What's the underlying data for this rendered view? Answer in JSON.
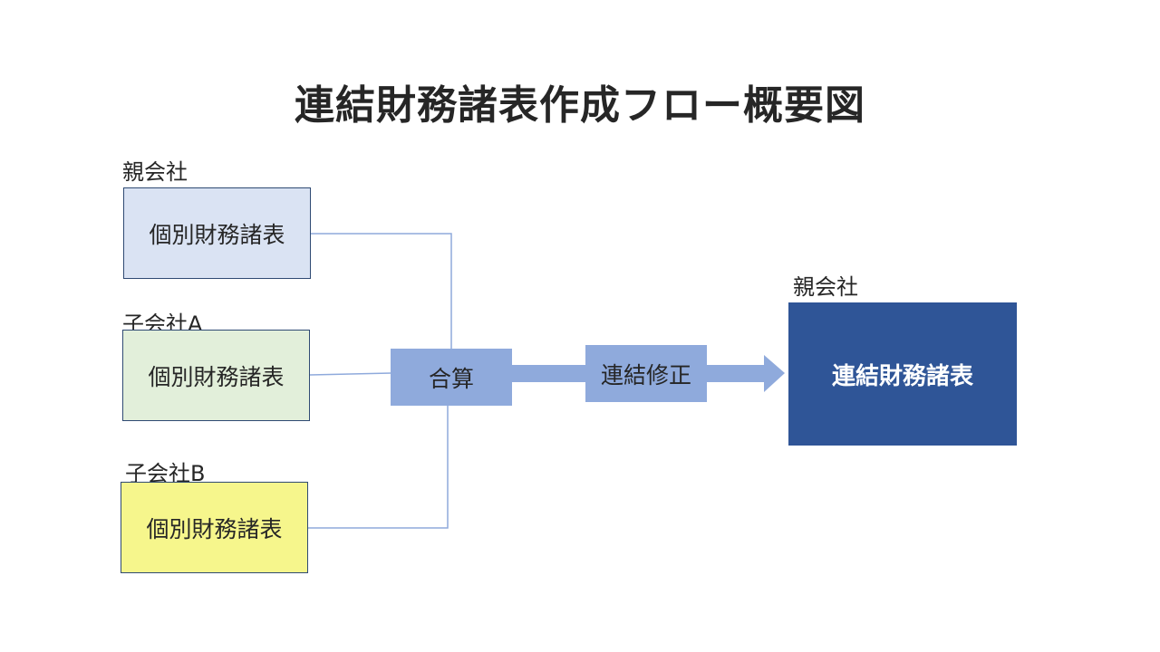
{
  "title": "連結財務諸表作成フロー概要図",
  "entities": {
    "parent": {
      "label": "親会社",
      "statement": "個別財務諸表"
    },
    "subsidiary_a": {
      "label": "子会社A",
      "statement": "個別財務諸表"
    },
    "subsidiary_b": {
      "label": "子会社B",
      "statement": "個別財務諸表"
    }
  },
  "steps": {
    "aggregation": "合算",
    "adjustment": "連結修正"
  },
  "result": {
    "label": "親会社",
    "statement": "連結財務諸表"
  },
  "colors": {
    "parent_box": "#dae3f3",
    "subsidiary_a_box": "#e2efda",
    "subsidiary_b_box": "#f6f68c",
    "step_box": "#8faadc",
    "result_box": "#2f5597",
    "connector": "#8faadc"
  }
}
